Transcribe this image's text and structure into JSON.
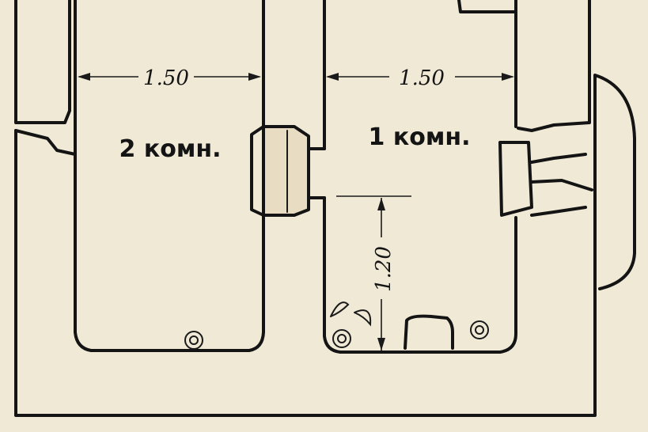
{
  "rooms": {
    "room_2": {
      "label": "2 комн."
    },
    "room_1": {
      "label": "1 комн."
    }
  },
  "dimensions": {
    "room_2_width": "1.50",
    "room_1_width": "1.50",
    "room_1_depth": "1.20"
  },
  "colors": {
    "paper": "#efe9d6",
    "ink": "#141414",
    "stove_fill": "#e8dcc2"
  }
}
